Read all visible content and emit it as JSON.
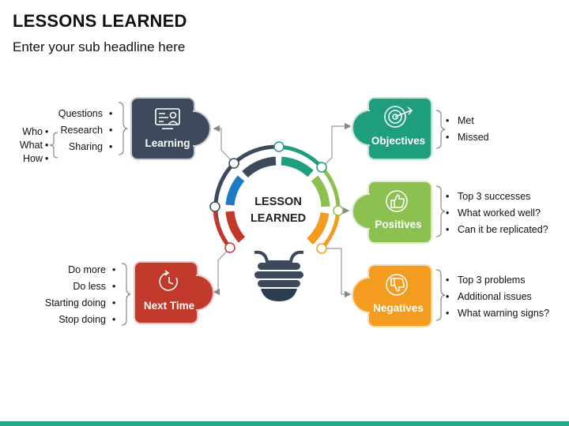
{
  "header": {
    "title": "LESSONS LEARNED",
    "subtitle": "Enter your sub headline here"
  },
  "center": {
    "line1": "LESSON",
    "line2": "LEARNED"
  },
  "tiles": {
    "learning": {
      "label": "Learning",
      "color": "#3d4a5c",
      "icon": "presentation-screen-icon"
    },
    "objectives": {
      "label": "Objectives",
      "color": "#1f9e7e",
      "icon": "target-arrow-icon"
    },
    "positives": {
      "label": "Positives",
      "color": "#8cc152",
      "icon": "thumbs-up-icon"
    },
    "negatives": {
      "label": "Negatives",
      "color": "#f39c1f",
      "icon": "thumbs-down-icon"
    },
    "next_time": {
      "label": "Next Time",
      "color": "#c0392b",
      "icon": "clock-refresh-icon"
    }
  },
  "learning_items": [
    "Questions",
    "Research",
    "Sharing"
  ],
  "learning_sub_items": [
    "Who",
    "What",
    "How"
  ],
  "objectives_items": [
    "Met",
    "Missed"
  ],
  "positives_items": [
    "Top 3 successes",
    "What worked well?",
    "Can it be replicated?"
  ],
  "negatives_items": [
    "Top 3 problems",
    "Additional issues",
    "What warning signs?"
  ],
  "next_time_items": [
    "Do more",
    "Do less",
    "Starting doing",
    "Stop doing"
  ],
  "colors": {
    "dark": "#3d4a5c",
    "teal": "#1f9e7e",
    "green": "#8cc152",
    "orange": "#f39c1f",
    "red": "#c0392b",
    "blue": "#1e7bc4",
    "accent_bar": "#2aa68a"
  }
}
